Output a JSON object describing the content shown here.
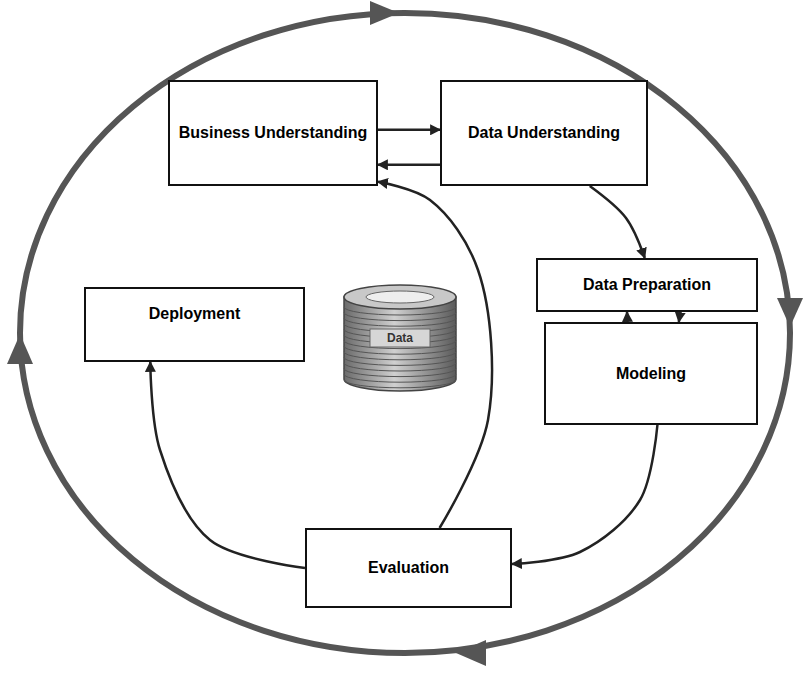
{
  "diagram": {
    "nodes": [
      {
        "text": [
          "Business Understanding"
        ]
      },
      {
        "text": [
          "Data Understanding"
        ]
      },
      {
        "text": [
          "Data Preparation"
        ]
      },
      {
        "text": [
          "Deployment"
        ]
      },
      {
        "text": [
          "Data"
        ]
      },
      {
        "text": [
          "Modeling"
        ]
      },
      {
        "text": [
          "Evaluation"
        ]
      }
    ],
    "edges": [
      {
        "from": 0,
        "to": 1,
        "arrow": "to"
      },
      {
        "from": 1,
        "to": 0,
        "arrow": "to"
      },
      {
        "from": 1,
        "to": 2,
        "arrow": "to"
      },
      {
        "from": 2,
        "to": 5,
        "arrow": "to"
      },
      {
        "from": 5,
        "to": 2,
        "arrow": "to"
      },
      {
        "from": 5,
        "to": 6,
        "arrow": "to"
      },
      {
        "from": 6,
        "to": 3,
        "arrow": "to"
      },
      {
        "from": 6,
        "to": 0,
        "arrow": "to"
      }
    ]
  }
}
